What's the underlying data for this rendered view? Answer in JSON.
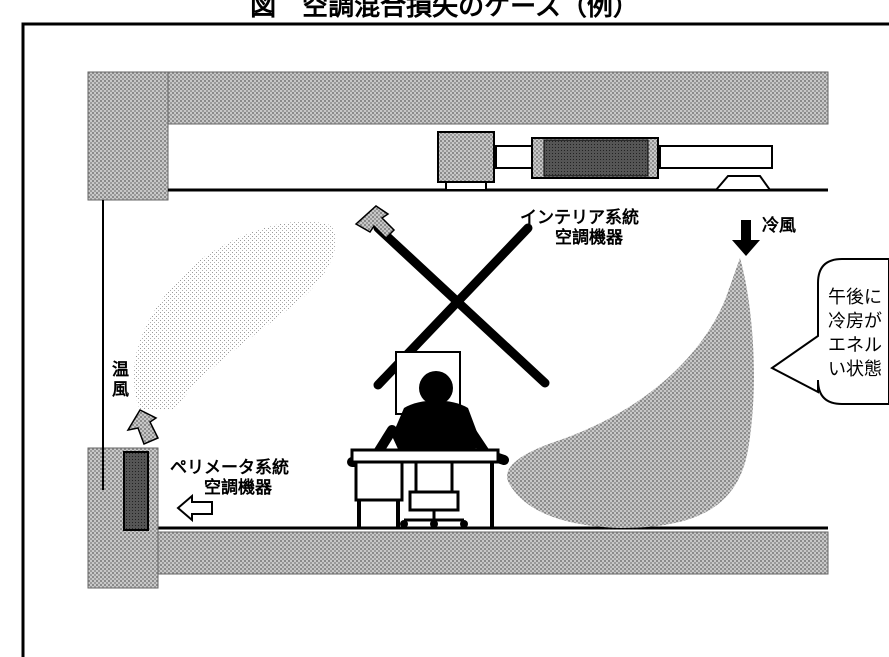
{
  "title": "図　空調混合損失のケース（例）",
  "labels": {
    "interior_line1": "インテリア系統",
    "interior_line2": "空調機器",
    "cold_air": "冷風",
    "warm_air_1": "温",
    "warm_air_2": "風",
    "perimeter_line1": "ペリメータ系統",
    "perimeter_line2": "空調機器"
  },
  "callout": {
    "lines": [
      "午後に",
      "冷房が",
      "エネル",
      "い状態"
    ]
  },
  "colors": {
    "structure_gray": "#a8a8a8",
    "airflow_gray": "#9e9e9e",
    "line_black": "#000000"
  }
}
